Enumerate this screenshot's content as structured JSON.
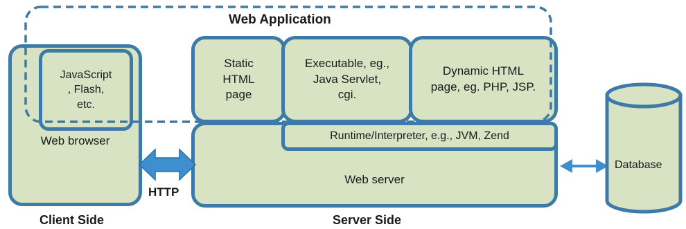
{
  "title": "Web Application",
  "client": {
    "browser_label": "Web browser",
    "plugin_label": "JavaScript\n, Flash,\netc.",
    "side_label": "Client Side"
  },
  "server": {
    "static_label": "Static\nHTML\npage",
    "executable_label": "Executable, eg.,\nJava Servlet,\ncgi.",
    "dynamic_label": "Dynamic HTML\npage, eg. PHP, JSP.",
    "runtime_label": "Runtime/Interpreter, e.g., JVM, Zend",
    "webserver_label": "Web server",
    "side_label": "Server Side"
  },
  "http_label": "HTTP",
  "database_label": "Database",
  "colors": {
    "box_fill": "#d8e3c3",
    "box_border": "#3d7aa8",
    "arrow": "#3d8fcf"
  }
}
